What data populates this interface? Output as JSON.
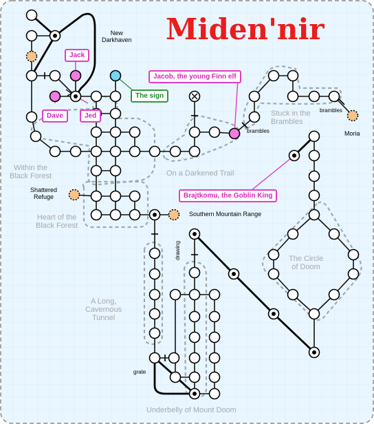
{
  "title": "Miden'nir",
  "colors": {
    "background": "#e9f6ff",
    "title": "#ea1c1c",
    "region_outline": "#a0a8ad",
    "character_chip": "#e23cc8",
    "sign_chip": "#2e9b38",
    "exit_node": "#f5c48b",
    "character_node": "#f07ce0",
    "sign_node": "#76d6ef"
  },
  "labels": {
    "new_darkhaven": "New\nDarkhaven",
    "moria": "Moria",
    "shattered_refuge": "Shattered\nRefuge",
    "southern_mountain_range": "Southern Mountain Range",
    "brambles_upper": "brambles",
    "brambles_lower": "brambles",
    "drawing": "drawing",
    "grate": "grate"
  },
  "regions": {
    "within_black_forest": "Within the\nBlack Forest",
    "heart_black_forest": "Heart of the\nBlack Forest",
    "darkened_trail": "On a Darkened Trail",
    "stuck_brambles": "Stuck in the\nBrambles",
    "long_tunnel": "A Long,\nCavernous\nTunnel",
    "circle_of_doom": "The Circle\nof Doom",
    "underbelly": "Underbelly of Mount Doom"
  },
  "characters": {
    "jack": "Jack",
    "dave": "Dave",
    "jed": "Jed",
    "jacob": "Jacob, the young Finn elf",
    "sign": "The sign",
    "brajtkomu": "Brajtkomu, the Goblin King"
  }
}
